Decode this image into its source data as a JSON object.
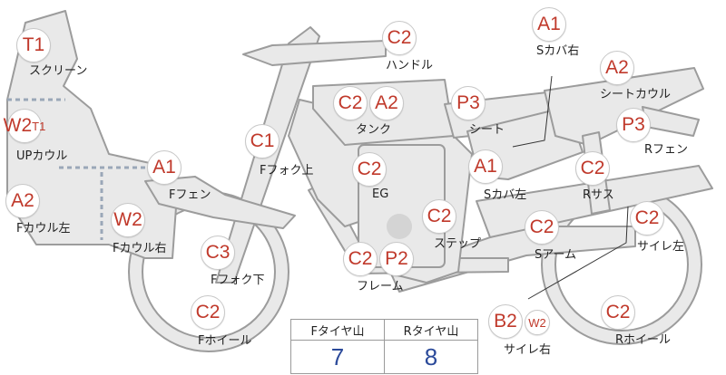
{
  "parts": [
    {
      "id": "t1",
      "codes": [
        "T1"
      ],
      "label": "スクリーン"
    },
    {
      "id": "c2-handle",
      "codes": [
        "C2"
      ],
      "label": "ハンドル"
    },
    {
      "id": "a1-scover-r",
      "codes": [
        "A1"
      ],
      "label": "Sカバ右"
    },
    {
      "id": "a2-seatcowl",
      "codes": [
        "A2"
      ],
      "label": "シートカウル"
    },
    {
      "id": "w2-upcowl",
      "codes": [
        "W2"
      ],
      "sub": "T1",
      "label": "UPカウル"
    },
    {
      "id": "c2a2-tank",
      "codes": [
        "C2",
        "A2"
      ],
      "label": "タンク"
    },
    {
      "id": "p3-seat",
      "codes": [
        "P3"
      ],
      "label": "シート"
    },
    {
      "id": "p3-rfender",
      "codes": [
        "P3"
      ],
      "label": "Rフェン"
    },
    {
      "id": "c1-ffork-up",
      "codes": [
        "C1"
      ],
      "label": "Fフォク上"
    },
    {
      "id": "a1-ffender",
      "codes": [
        "A1"
      ],
      "label": "Fフェン"
    },
    {
      "id": "c2-eg",
      "codes": [
        "C2"
      ],
      "label": "EG"
    },
    {
      "id": "a1-scover-l",
      "codes": [
        "A1"
      ],
      "label": "Sカバ左"
    },
    {
      "id": "c2-rsus",
      "codes": [
        "C2"
      ],
      "label": "Rサス"
    },
    {
      "id": "a2-fcowl-l",
      "codes": [
        "A2"
      ],
      "label": "Fカウル左"
    },
    {
      "id": "w2-fcowl-r",
      "codes": [
        "W2"
      ],
      "label": "Fカウル右"
    },
    {
      "id": "c2-step",
      "codes": [
        "C2"
      ],
      "label": "ステップ"
    },
    {
      "id": "c2-sarm",
      "codes": [
        "C2"
      ],
      "label": "Sアーム"
    },
    {
      "id": "c2-silencer-l",
      "codes": [
        "C2"
      ],
      "label": "サイレ左"
    },
    {
      "id": "c3-ffork-down",
      "codes": [
        "C3"
      ],
      "label": "Fフォク下"
    },
    {
      "id": "c2p2-frame",
      "codes": [
        "C2",
        "P2"
      ],
      "label": "フレーム"
    },
    {
      "id": "c2-fwheel",
      "codes": [
        "C2"
      ],
      "label": "Fホイール"
    },
    {
      "id": "b2-silencer-r",
      "codes": [
        "B2"
      ],
      "small": "W2",
      "label": "サイレ右"
    },
    {
      "id": "c2-rwheel",
      "codes": [
        "C2"
      ],
      "label": "Rホイール"
    }
  ],
  "tires": {
    "front_label": "Fタイヤ山",
    "rear_label": "Rタイヤ山",
    "front_value": "7",
    "rear_value": "8"
  },
  "colors": {
    "body_fill": "#e9e9e9",
    "body_stroke": "#9c9c9c",
    "code_red": "#c0392b",
    "value_blue": "#2b4a9a"
  }
}
